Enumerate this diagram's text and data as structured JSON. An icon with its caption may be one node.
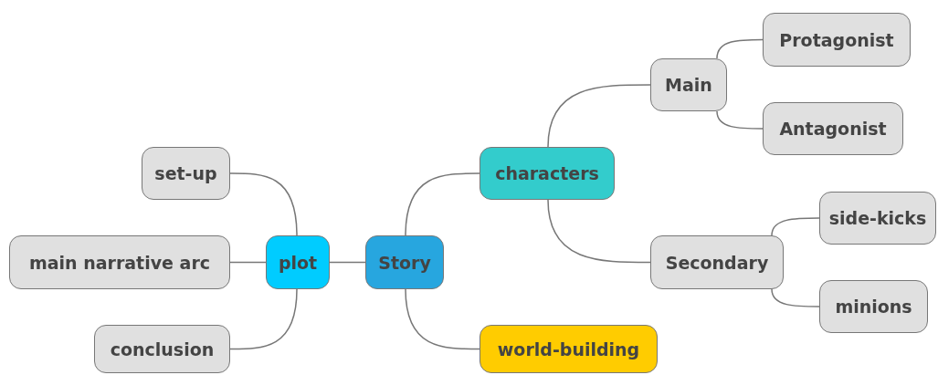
{
  "diagram": {
    "nodes": [
      {
        "text": [
          "Story"
        ]
      },
      {
        "text": [
          "plot"
        ]
      },
      {
        "text": [
          "set-up"
        ]
      },
      {
        "text": [
          "main narrative arc"
        ]
      },
      {
        "text": [
          "conclusion"
        ]
      },
      {
        "text": [
          "characters"
        ]
      },
      {
        "text": [
          "Main"
        ]
      },
      {
        "text": [
          "Protagonist"
        ]
      },
      {
        "text": [
          "Antagonist"
        ]
      },
      {
        "text": [
          "Secondary"
        ]
      },
      {
        "text": [
          "side-kicks"
        ]
      },
      {
        "text": [
          "minions"
        ]
      },
      {
        "text": [
          "world-building"
        ]
      }
    ],
    "edges": [
      {
        "from": 0,
        "to": 1,
        "arrow": "none"
      },
      {
        "from": 1,
        "to": 2,
        "arrow": "none"
      },
      {
        "from": 1,
        "to": 3,
        "arrow": "none"
      },
      {
        "from": 1,
        "to": 4,
        "arrow": "none"
      },
      {
        "from": 0,
        "to": 5,
        "arrow": "none"
      },
      {
        "from": 0,
        "to": 12,
        "arrow": "none"
      },
      {
        "from": 5,
        "to": 6,
        "arrow": "none"
      },
      {
        "from": 6,
        "to": 7,
        "arrow": "none"
      },
      {
        "from": 6,
        "to": 8,
        "arrow": "none"
      },
      {
        "from": 5,
        "to": 9,
        "arrow": "none"
      },
      {
        "from": 9,
        "to": 10,
        "arrow": "none"
      },
      {
        "from": 9,
        "to": 11,
        "arrow": "none"
      }
    ]
  }
}
